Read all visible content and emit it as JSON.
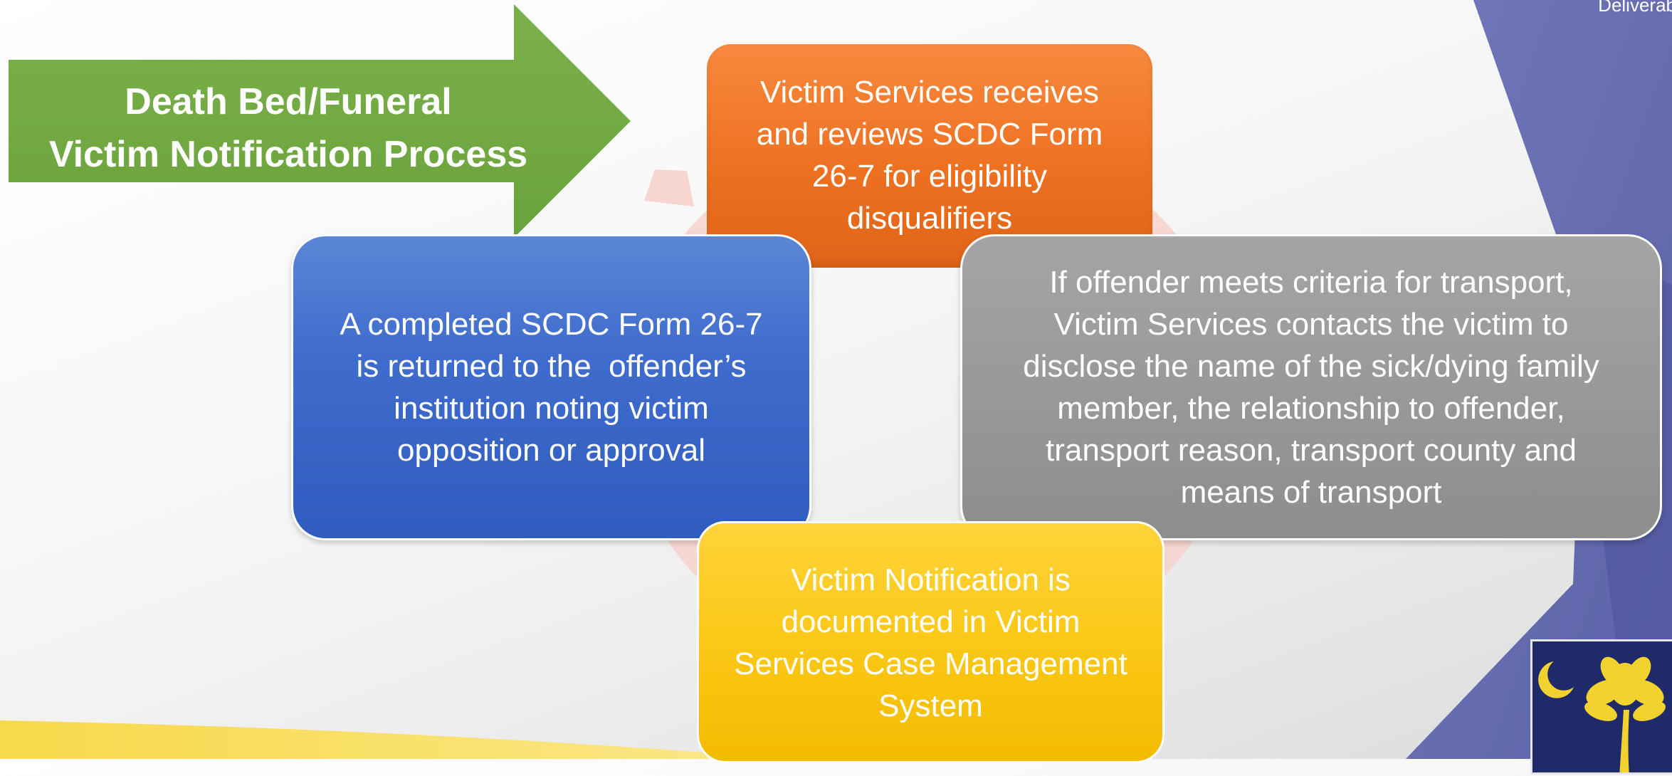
{
  "corner_text": "Deliverab",
  "title": {
    "line1": "Death Bed/Funeral",
    "line2": "Victim Notification Process"
  },
  "steps": {
    "orange": {
      "lines": [
        "Victim Services receives",
        "and reviews SCDC Form",
        "26-7 for eligibility",
        "disqualifiers"
      ]
    },
    "gray": {
      "lines": [
        "If offender meets criteria for transport,",
        "Victim Services contacts the victim to",
        "disclose the name of the sick/dying family",
        "member, the relationship to offender,",
        "transport reason, transport county and",
        "means of transport"
      ]
    },
    "yellow": {
      "lines": [
        "Victim Notification is",
        "documented in Victim",
        "Services Case Management",
        "System"
      ]
    },
    "blue": {
      "lines": [
        "A completed SCDC Form 26-7",
        "is returned to the  offender’s",
        "institution noting victim",
        "opposition or approval"
      ]
    }
  },
  "logo": {
    "icon": "palmetto-crescent-icon"
  },
  "colors": {
    "arrow_green": "#72ab44",
    "orange": "#ee7122",
    "blue": "#3f6ccd",
    "gray": "#9a9a9a",
    "yellow": "#fbc817",
    "purple": "#6a72b6",
    "ring": "#f5c6bd"
  }
}
